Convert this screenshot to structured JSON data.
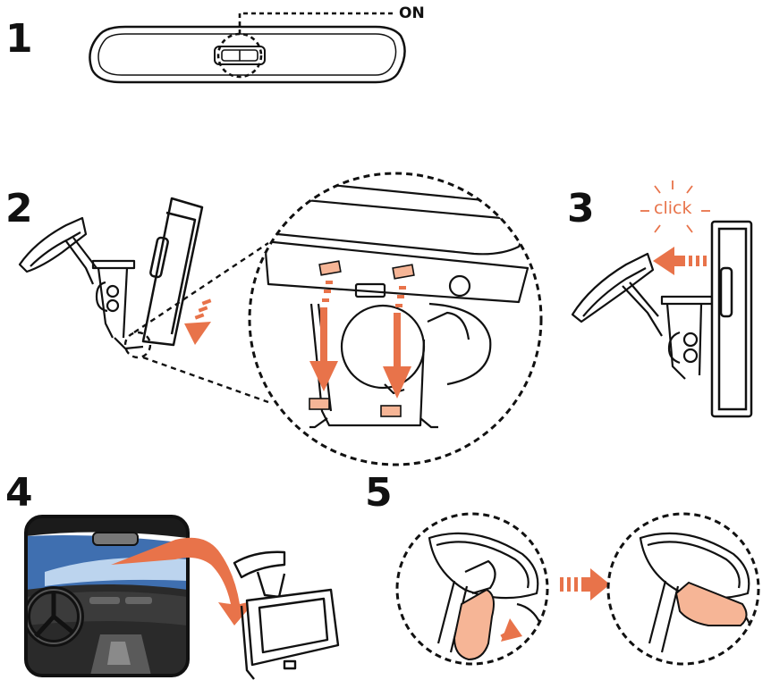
{
  "steps": [
    "1",
    "2",
    "3",
    "4",
    "5"
  ],
  "labels": {
    "on": "ON",
    "click": "click"
  },
  "colors": {
    "accent": "#e8734a",
    "accent_light": "#f6b596",
    "line": "#111111",
    "sky": "#3f6fb0",
    "sky_light": "#bcd4ee",
    "dash": "#1e2a44"
  },
  "icons": [
    "mirror-device-icon",
    "power-switch-icon",
    "windshield-mount-icon",
    "gps-device-icon",
    "suction-cup-icon",
    "arrow-icon",
    "car-interior-icon",
    "lever-icon"
  ]
}
